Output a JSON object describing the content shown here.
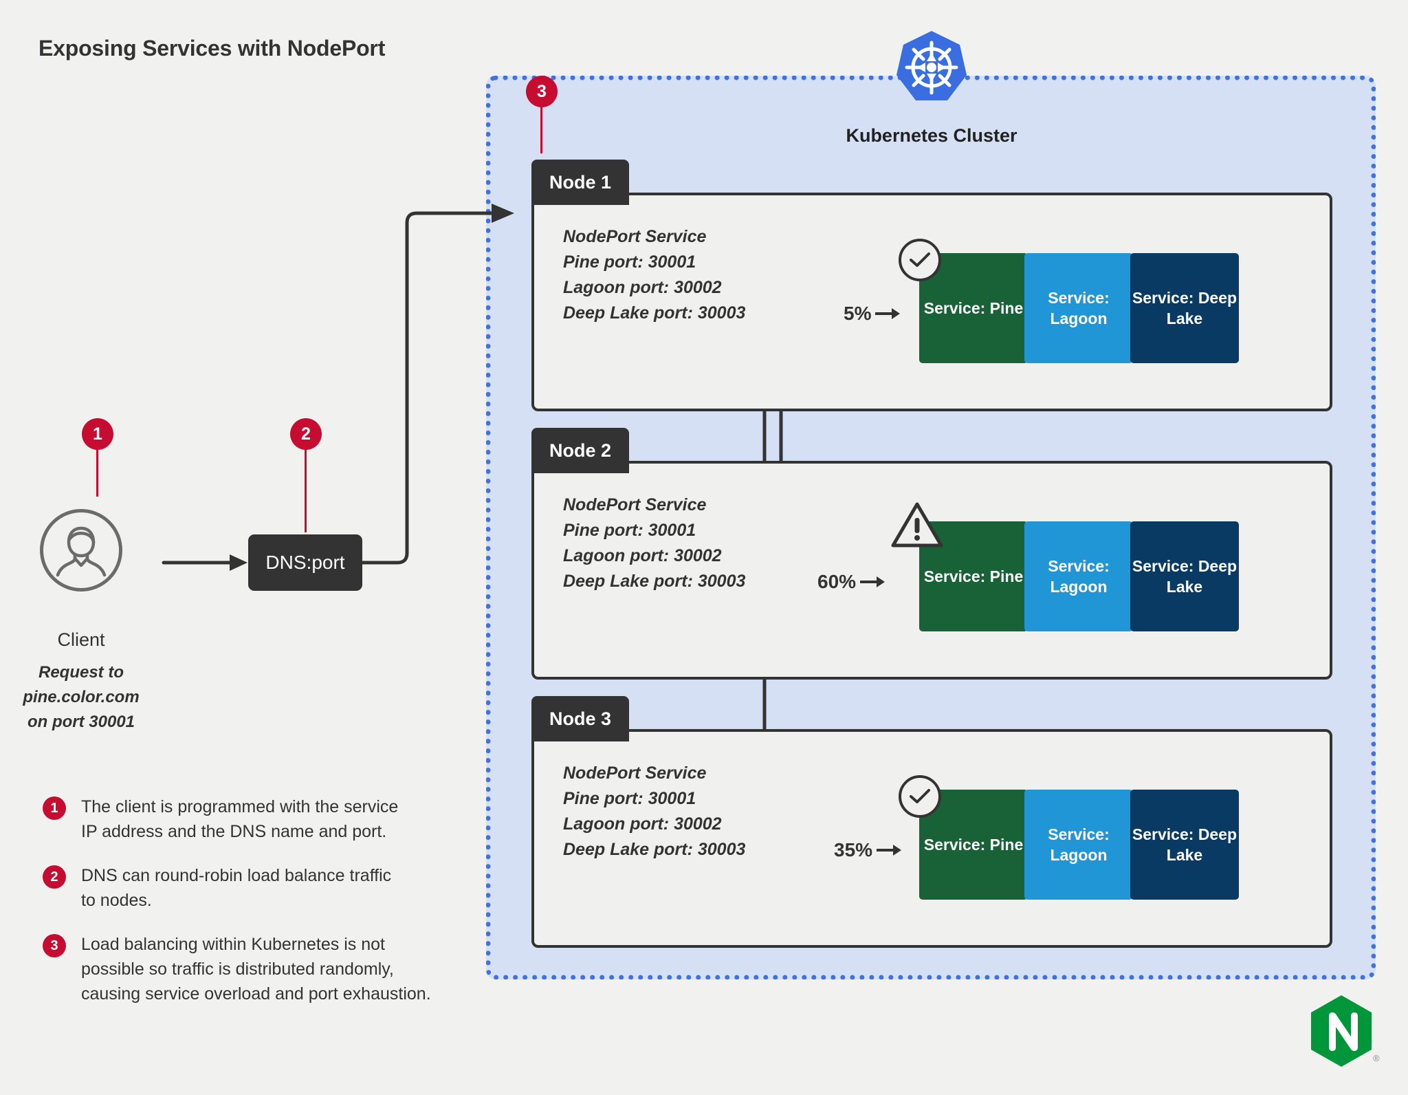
{
  "title": "Exposing Services with NodePort",
  "colors": {
    "accent_red": "#c60c30",
    "cluster_fill": "#d6e0f5",
    "cluster_border": "#3d72e0",
    "node_fill": "#f0f0ef",
    "node_border": "#333333",
    "service_pine": "#196136",
    "service_lagoon": "#2196d6",
    "service_deep_lake": "#093a63",
    "nginx_green": "#009639",
    "k8s_blue": "#3a6ee0",
    "page_bg": "#f1f1f0"
  },
  "client": {
    "icon": "person-icon",
    "label": "Client",
    "sub": "Request to\npine.color.com\non port 30001",
    "marker": "1"
  },
  "dns": {
    "label": "DNS:port",
    "marker": "2"
  },
  "cluster": {
    "title": "Kubernetes Cluster",
    "logo": "kubernetes-helm-icon",
    "marker": "3"
  },
  "nodes": [
    {
      "name": "Node 1",
      "info": "NodePort Service\nPine port: 30001\nLagoon port: 30002\nDeep Lake port: 30003",
      "traffic_pct": "5%",
      "status": "ok",
      "status_icon": "check-circle-icon",
      "services": [
        {
          "label": "Service:\nPine",
          "color_key": "service_pine"
        },
        {
          "label": "Service:\nLagoon",
          "color_key": "service_lagoon"
        },
        {
          "label": "Service:\nDeep Lake",
          "color_key": "service_deep_lake"
        }
      ]
    },
    {
      "name": "Node 2",
      "info": "NodePort Service\nPine port: 30001\nLagoon port: 30002\nDeep Lake port: 30003",
      "traffic_pct": "60%",
      "status": "warning",
      "status_icon": "warning-triangle-icon",
      "services": [
        {
          "label": "Service:\nPine",
          "color_key": "service_pine"
        },
        {
          "label": "Service:\nLagoon",
          "color_key": "service_lagoon"
        },
        {
          "label": "Service:\nDeep Lake",
          "color_key": "service_deep_lake"
        }
      ]
    },
    {
      "name": "Node 3",
      "info": "NodePort Service\nPine port: 30001\nLagoon port: 30002\nDeep Lake port: 30003",
      "traffic_pct": "35%",
      "status": "ok",
      "status_icon": "check-circle-icon",
      "services": [
        {
          "label": "Service:\nPine",
          "color_key": "service_pine"
        },
        {
          "label": "Service:\nLagoon",
          "color_key": "service_lagoon"
        },
        {
          "label": "Service:\nDeep Lake",
          "color_key": "service_deep_lake"
        }
      ]
    }
  ],
  "legend": [
    {
      "num": "1",
      "text": "The client is programmed with the service\nIP address and the DNS name and port."
    },
    {
      "num": "2",
      "text": "DNS can round-robin load balance traffic\nto nodes."
    },
    {
      "num": "3",
      "text": "Load balancing within Kubernetes is not\npossible so traffic is distributed randomly,\ncausing service overload and port exhaustion."
    }
  ],
  "brand": {
    "logo": "nginx-logo",
    "registered_mark": "®"
  }
}
